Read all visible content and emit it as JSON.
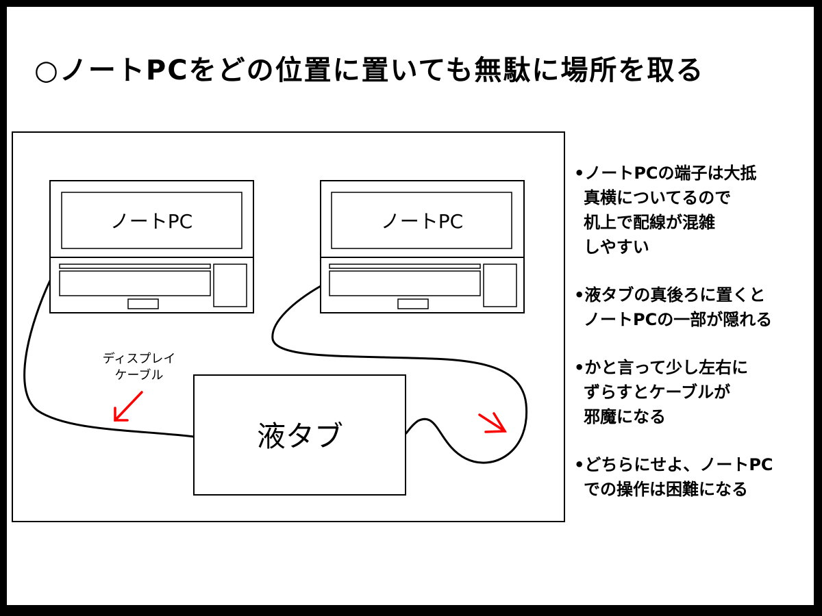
{
  "title": "○ノートPCをどの位置に置いても無駄に場所を取る",
  "diagram": {
    "laptop_left_label": "ノートPC",
    "laptop_right_label": "ノートPC",
    "tablet_label": "液タブ",
    "cable_label_line1": "ディスプレイ",
    "cable_label_line2": "ケーブル",
    "arrow_color": "#ff0000"
  },
  "notes": [
    {
      "line1": "•ノートPCの端子は大抵",
      "line2": "真横についてるので",
      "line3": "机上で配線が混雑",
      "line4": "しやすい"
    },
    {
      "line1": "•液タブの真後ろに置くと",
      "line2": "ノートPCの一部が隠れる"
    },
    {
      "line1": "•かと言って少し左右に",
      "line2": "ずらすとケーブルが",
      "line3": "邪魔になる"
    },
    {
      "line1": "•どちらにせよ、ノートPC",
      "line2": "での操作は困難になる"
    }
  ]
}
